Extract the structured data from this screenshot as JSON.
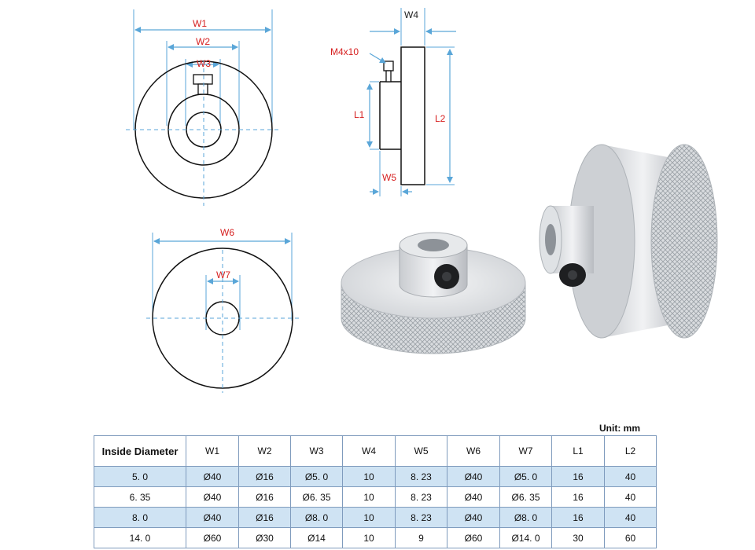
{
  "labels": {
    "w1": "W1",
    "w2": "W2",
    "w3": "W3",
    "w4": "W4",
    "w5": "W5",
    "w6": "W6",
    "w7": "W7",
    "l1": "L1",
    "l2": "L2",
    "screw": "M4x10"
  },
  "colors": {
    "dimension": "#5aa6d8",
    "label": "#d61f1f",
    "table_header_shade": "#cfe3f3",
    "table_border": "#7f9bbd"
  },
  "unit": "Unit:  mm",
  "table": {
    "headers": [
      "Inside Diameter",
      "W1",
      "W2",
      "W3",
      "W4",
      "W5",
      "W6",
      "W7",
      "L1",
      "L2"
    ],
    "rows": [
      [
        "5. 0",
        "Ø40",
        "Ø16",
        "Ø5. 0",
        "10",
        "8. 23",
        "Ø40",
        "Ø5. 0",
        "16",
        "40"
      ],
      [
        "6. 35",
        "Ø40",
        "Ø16",
        "Ø6. 35",
        "10",
        "8. 23",
        "Ø40",
        "Ø6. 35",
        "16",
        "40"
      ],
      [
        "8. 0",
        "Ø40",
        "Ø16",
        "Ø8. 0",
        "10",
        "8. 23",
        "Ø40",
        "Ø8. 0",
        "16",
        "40"
      ],
      [
        "14. 0",
        "Ø60",
        "Ø30",
        "Ø14",
        "10",
        "9",
        "Ø60",
        "Ø14. 0",
        "30",
        "60"
      ]
    ]
  }
}
